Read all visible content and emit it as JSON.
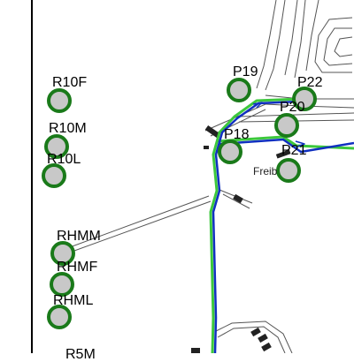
{
  "map": {
    "points": [
      {
        "id": "r10f",
        "label": "R10F"
      },
      {
        "id": "r10m",
        "label": "R10M"
      },
      {
        "id": "r10l",
        "label": "R10L"
      },
      {
        "id": "rhmm",
        "label": "RHMM"
      },
      {
        "id": "rhmf",
        "label": "RHMF"
      },
      {
        "id": "rhml",
        "label": "RHML"
      },
      {
        "id": "p19",
        "label": "P19"
      },
      {
        "id": "p22",
        "label": "P22"
      },
      {
        "id": "p20",
        "label": "P20"
      },
      {
        "id": "p18",
        "label": "P18"
      },
      {
        "id": "p21",
        "label": "P21"
      },
      {
        "id": "r5m",
        "label": "R5M"
      }
    ],
    "place_label": "Freib",
    "colors": {
      "marker_fill": "#c8c8c8",
      "marker_ring": "#1a7a1a",
      "route_blue": "#1030c0",
      "route_green": "#3cc83c",
      "road": "#555555",
      "building": "#222222"
    }
  }
}
